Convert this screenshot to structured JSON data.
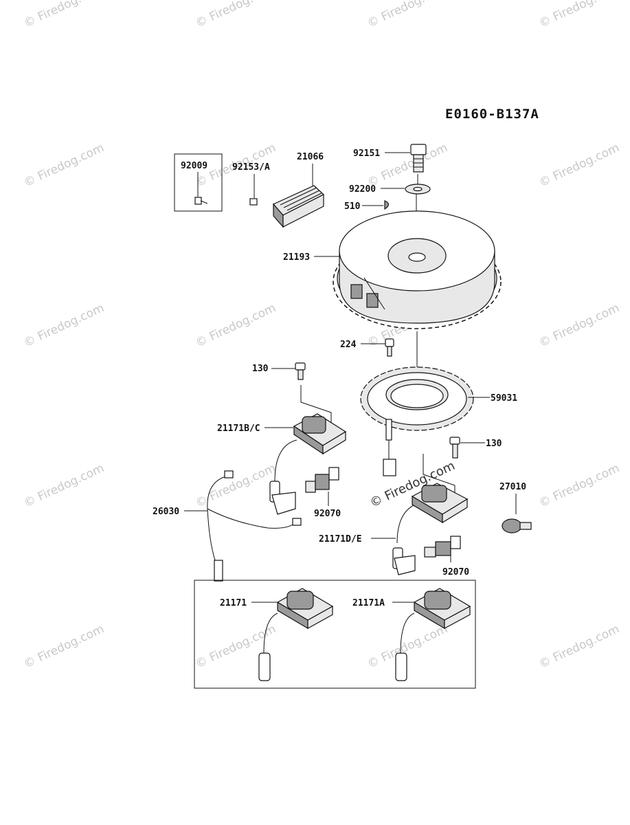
{
  "diagram_code": "E0160-B137A",
  "watermark": "© Firedog.com",
  "parts": {
    "p92009": "92009",
    "p92153a": "92153/A",
    "p21066": "21066",
    "p92151": "92151",
    "p92200": "92200",
    "p510": "510",
    "p21193": "21193",
    "p224": "224",
    "p130a": "130",
    "p59031": "59031",
    "p21171bc": "21171B/C",
    "p130b": "130",
    "p27010": "27010",
    "p26030": "26030",
    "p92070a": "92070",
    "p21171de": "21171D/E",
    "p92070b": "92070",
    "p21171": "21171",
    "p21171a": "21171A"
  }
}
